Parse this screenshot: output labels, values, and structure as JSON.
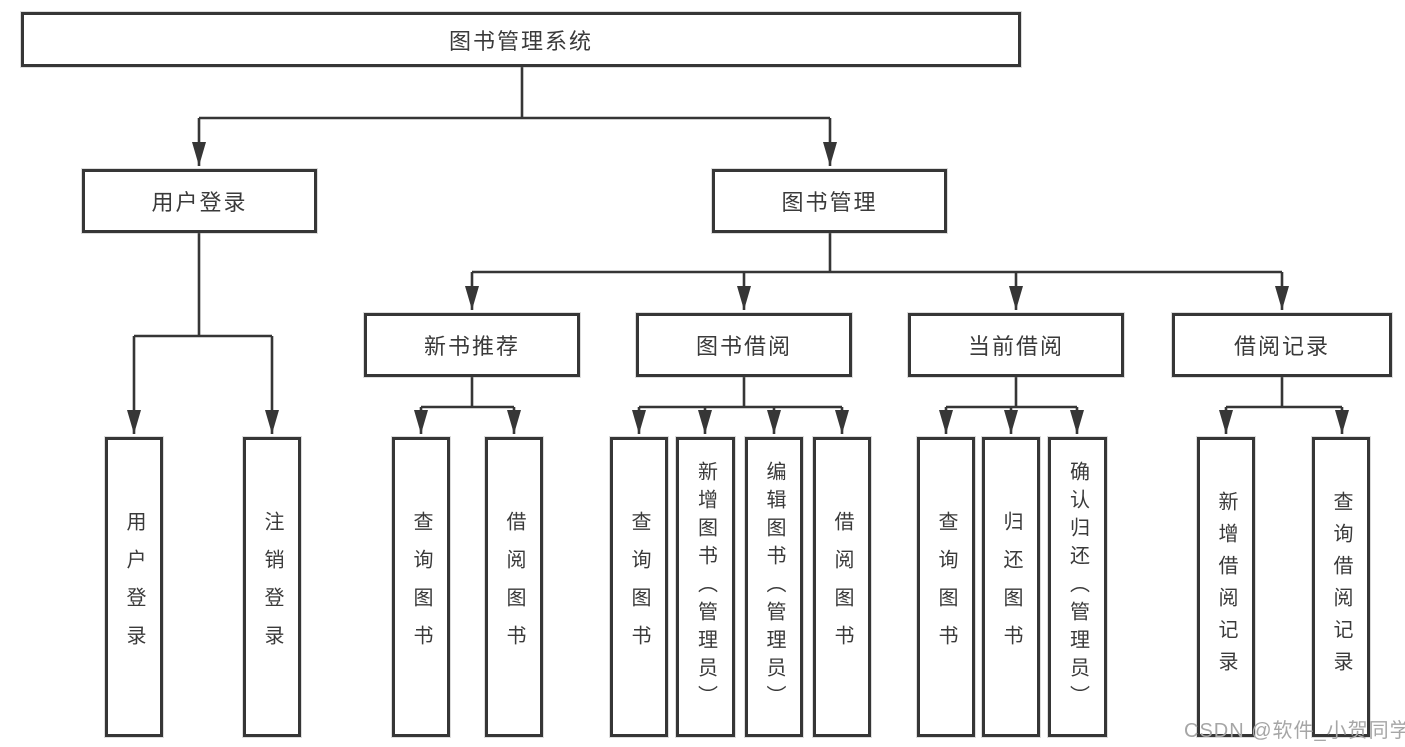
{
  "diagram": {
    "root": {
      "label": "图书管理系统"
    },
    "branches": [
      {
        "label": "用户登录",
        "children": [
          {
            "label": "用户登录"
          },
          {
            "label": "注销登录"
          }
        ]
      },
      {
        "label": "图书管理",
        "groups": [
          {
            "label": "新书推荐",
            "children": [
              {
                "label": "查询图书"
              },
              {
                "label": "借阅图书"
              }
            ]
          },
          {
            "label": "图书借阅",
            "children": [
              {
                "label": "查询图书"
              },
              {
                "label": "新增图书（管理员）"
              },
              {
                "label": "编辑图书（管理员）"
              },
              {
                "label": "借阅图书"
              }
            ]
          },
          {
            "label": "当前借阅",
            "children": [
              {
                "label": "查询图书"
              },
              {
                "label": "归还图书"
              },
              {
                "label": "确认归还（管理员）"
              }
            ]
          },
          {
            "label": "借阅记录",
            "children": [
              {
                "label": "新增借阅记录"
              },
              {
                "label": "查询借阅记录"
              }
            ]
          }
        ]
      }
    ]
  },
  "watermark": {
    "text": "CSDN @软件_小贺同学"
  },
  "colors": {
    "line": "#363636",
    "box_border": "#363636",
    "text": "#3a3a3a",
    "watermark": "#a6a6a6",
    "background": "#ffffff"
  }
}
